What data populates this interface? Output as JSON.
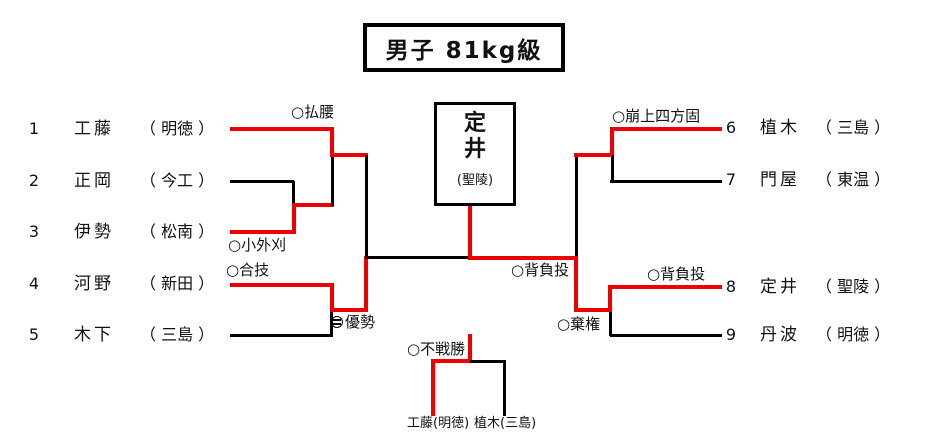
{
  "title": "男子 81kg級",
  "colors": {
    "winner_path": "#ee0000",
    "line": "#000000",
    "background": "#ffffff",
    "text": "#111111"
  },
  "champion_box": {
    "name_chars": [
      "定",
      "井"
    ],
    "school": "(聖陵)"
  },
  "entries": {
    "left": [
      {
        "seed": "1",
        "name": "工藤",
        "school": "（ 明徳 ）"
      },
      {
        "seed": "2",
        "name": "正岡",
        "school": "（ 今工 ）"
      },
      {
        "seed": "3",
        "name": "伊勢",
        "school": "（ 松南 ）"
      },
      {
        "seed": "4",
        "name": "河野",
        "school": "（ 新田 ）"
      },
      {
        "seed": "5",
        "name": "木下",
        "school": "（ 三島 ）"
      }
    ],
    "right": [
      {
        "seed": "6",
        "name": "植木",
        "school": "（ 三島 ）"
      },
      {
        "seed": "7",
        "name": "門屋",
        "school": "（ 東温 ）"
      },
      {
        "seed": "8",
        "name": "定井",
        "school": "（ 聖陵 ）"
      },
      {
        "seed": "9",
        "name": "丹波",
        "school": "（ 明徳 ）"
      }
    ]
  },
  "labels": [
    {
      "id": "harai-goshi",
      "text": "○払腰"
    },
    {
      "id": "ko-soto-gari",
      "text": "○小外刈"
    },
    {
      "id": "gogi",
      "text": "○合技"
    },
    {
      "id": "yusei",
      "text": "優勢",
      "symbol": "circled-equals"
    },
    {
      "id": "kuzure-kami-shiho-gatame",
      "text": "○崩上四方固"
    },
    {
      "id": "seoi-nage-final",
      "text": "○背負投"
    },
    {
      "id": "seoi-nage-right",
      "text": "○背負投"
    },
    {
      "id": "kiken",
      "text": "○棄権"
    },
    {
      "id": "fusen-sho",
      "text": "○不戦勝"
    }
  ],
  "third_place": {
    "left_name": "工藤(明徳)",
    "right_name": "植木(三島)"
  }
}
